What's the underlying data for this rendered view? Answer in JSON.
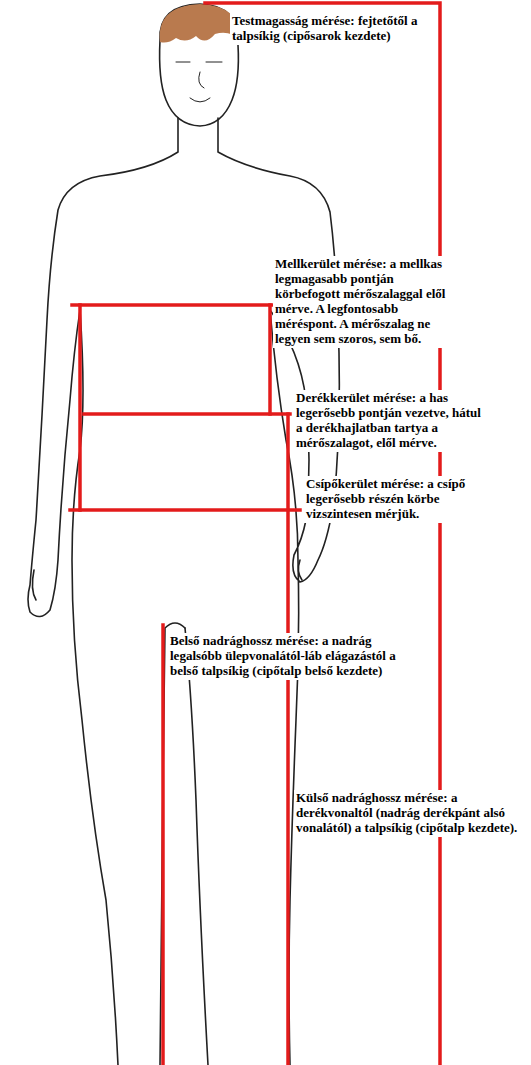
{
  "diagram": {
    "labels": [
      "Testmagasság mérése: fejtetőtől a talpsíkig (cipősarok kezdete)",
      "Mellkerület mérése: a mellkas legmagasabb pontján körbefogott mérőszalaggal elől mérve. A legfontosabb méréspont. A mérőszalag ne legyen sem szoros, sem bő.",
      "Derékkerület mérése: a has legerősebb pontján vezetve, hátul a derékhajlatban tartya a mérőszalagot, elől mérve.",
      "Csípőkerület mérése: a csípő legerősebb részén körbe vizszintesen mérjük.",
      "Belső nadrághossz mérése: a nadrág legalsóbb ülepvonalától-láb elágazástól a belső talpsíkig (cipőtalp belső kezdete)",
      "Külső nadrághossz mérése: a derékvonaltól (nadrág derékpánt alsó vonalától) a talpsíkig (cipőtalp kezdete)."
    ]
  }
}
